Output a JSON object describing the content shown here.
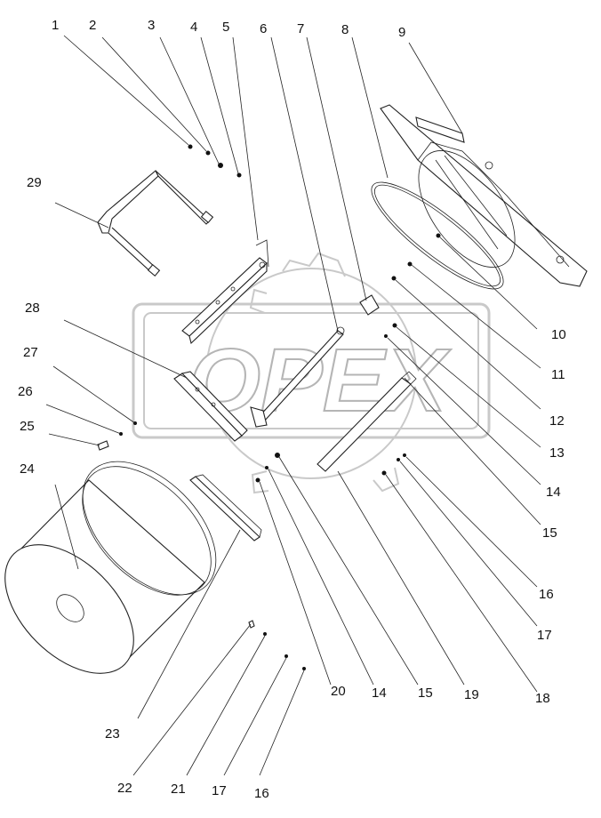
{
  "diagram": {
    "type": "exploded-parts-view",
    "watermark": "OPEX",
    "callouts": [
      "1",
      "2",
      "3",
      "4",
      "5",
      "6",
      "7",
      "8",
      "9",
      "10",
      "11",
      "12",
      "13",
      "14",
      "15",
      "16",
      "17",
      "14",
      "15",
      "16",
      "17",
      "18",
      "19",
      "20",
      "21",
      "22",
      "23",
      "24",
      "25",
      "26",
      "27",
      "28",
      "29"
    ]
  }
}
